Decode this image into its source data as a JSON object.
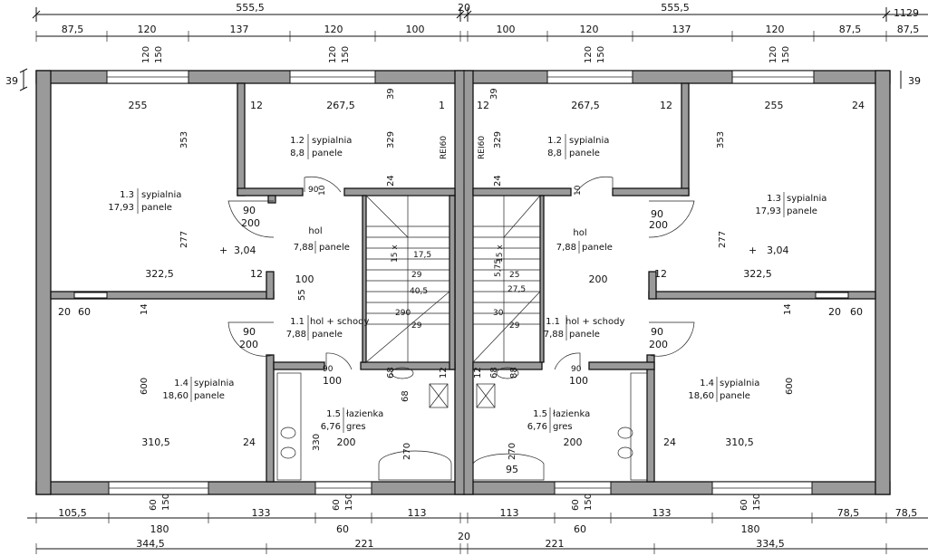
{
  "top_dims_row1": [
    "555,5",
    "20",
    "555,5",
    "1129"
  ],
  "top_dims_row2": [
    "87,5",
    "120",
    "137",
    "120",
    "100",
    "100",
    "120",
    "137",
    "120",
    "87,5",
    "87,5"
  ],
  "top_window_heights": [
    "120",
    "150"
  ],
  "side_dims": {
    "left": "39",
    "right": "39"
  },
  "bottom_dims_row1": [
    "105,5",
    "133",
    "113",
    "113",
    "133",
    "78,5",
    "78,5"
  ],
  "bottom_dims_row2": [
    "180",
    "60",
    "180"
  ],
  "bottom_dims_row3": [
    "344,5",
    "221",
    "20",
    "221",
    "334,5"
  ],
  "bottom_window_heights": [
    "60",
    "150"
  ],
  "left_unit": {
    "room_1_2": {
      "number": "1.2",
      "name": "sypialnia",
      "area": "8,8",
      "floor": "panele"
    },
    "room_1_3": {
      "number": "1.3",
      "name": "sypialnia",
      "area": "17,93",
      "floor": "panele"
    },
    "room_hol": {
      "name": "hol",
      "area": "7,88",
      "floor": "panele"
    },
    "room_1_1": {
      "number": "1.1",
      "name": "hol + schody",
      "area": "7,88",
      "floor": "panele"
    },
    "room_1_4": {
      "number": "1.4",
      "name": "sypialnia",
      "area": "18,60",
      "floor": "panele"
    },
    "room_1_5": {
      "number": "1.5",
      "name": "łazienka",
      "area": "6,76",
      "floor": "gres"
    },
    "inner": [
      "255",
      "12",
      "267,5",
      "39",
      "1",
      "353",
      "329",
      "24",
      "277",
      "322,5",
      "12",
      "90",
      "200",
      "90",
      "10",
      "100",
      "55",
      "14",
      "20",
      "60",
      "600",
      "310,5",
      "24",
      "90",
      "200",
      "90",
      "100",
      "330",
      "200",
      "270",
      "68",
      "68",
      "12",
      "REI60",
      "3,04"
    ],
    "stairs": [
      "15 x",
      "17,5",
      "29",
      "40,5",
      "290",
      "29"
    ]
  },
  "right_unit": {
    "room_1_2": {
      "number": "1.2",
      "name": "sypialnia",
      "area": "8,8",
      "floor": "panele"
    },
    "room_1_3": {
      "number": "1.3",
      "name": "sypialnia",
      "area": "17,93",
      "floor": "panele"
    },
    "room_hol": {
      "name": "hol",
      "area": "7,88",
      "floor": "panele"
    },
    "room_1_1": {
      "number": "1.1",
      "name": "hol + schody",
      "area": "7,88",
      "floor": "panele"
    },
    "room_1_4": {
      "number": "1.4",
      "name": "sypialnia",
      "area": "18,60",
      "floor": "panele"
    },
    "room_1_5": {
      "number": "1.5",
      "name": "łazienka",
      "area": "6,76",
      "floor": "gres"
    },
    "inner": [
      "39",
      "12",
      "267,5",
      "12",
      "255",
      "24",
      "353",
      "329",
      "24",
      "REI60",
      "90",
      "200",
      "10",
      "277",
      "200",
      "322,5",
      "12",
      "3,04",
      "20",
      "60",
      "14",
      "600",
      "310,5",
      "24",
      "90",
      "200",
      "90",
      "100",
      "270",
      "200",
      "95",
      "68",
      "88",
      "12"
    ],
    "stairs": [
      "15 x",
      "5,75",
      "25",
      "27,5",
      "30",
      "29"
    ]
  }
}
